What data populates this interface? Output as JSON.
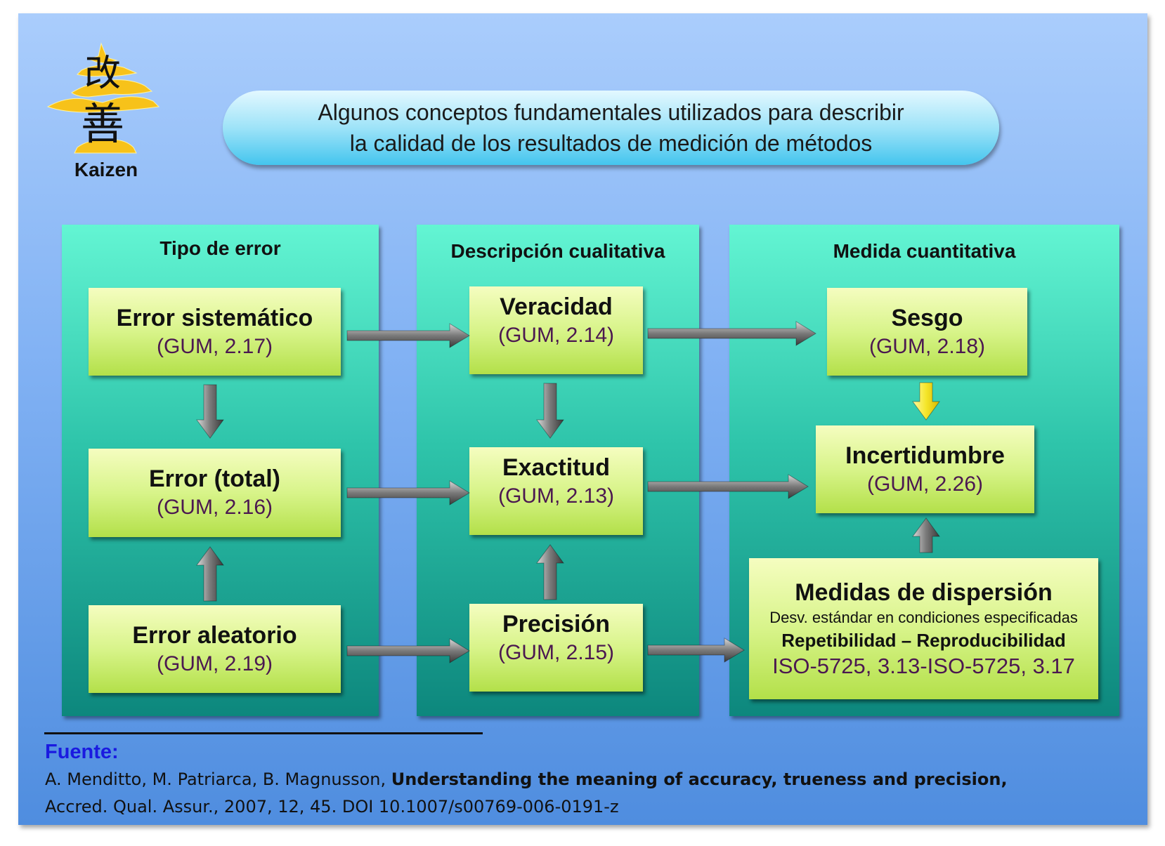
{
  "logo": {
    "kanji": "改善",
    "label": "Kaizen"
  },
  "title": {
    "line1": "Algunos conceptos fundamentales utilizados para describir",
    "line2": "la calidad de los resultados de medición de métodos"
  },
  "columns": [
    {
      "heading": "Tipo de error",
      "boxes": [
        {
          "title": "Error sistemático",
          "ref": "(GUM, 2.17)"
        },
        {
          "title": "Error (total)",
          "ref": "(GUM, 2.16)"
        },
        {
          "title": "Error aleatorio",
          "ref": "(GUM, 2.19)"
        }
      ]
    },
    {
      "heading": "Descripción cualitativa",
      "boxes": [
        {
          "title": "Veracidad",
          "ref": "(GUM, 2.14)"
        },
        {
          "title": "Exactitud",
          "ref": "(GUM, 2.13)"
        },
        {
          "title": "Precisión",
          "ref": "(GUM, 2.15)"
        }
      ]
    },
    {
      "heading": "Medida cuantitativa",
      "boxes": [
        {
          "title": "Sesgo",
          "ref": "(GUM, 2.18)"
        },
        {
          "title": "Incertidumbre",
          "ref": "(GUM, 2.26)"
        },
        {
          "title": "Medidas de dispersión",
          "sub": "Desv. estándar en condiciones especificadas",
          "bold": "Repetibilidad – Reproducibilidad",
          "ref": "ISO-5725, 3.13-ISO-5725, 3.17"
        }
      ]
    }
  ],
  "source": {
    "label": "Fuente:",
    "authors": "A. Menditto, M. Patriarca, B. Magnusson, ",
    "paper_title": "Understanding the meaning of accuracy, trueness and precision,",
    "citation": "Accred. Qual. Assur., 2007, 12, 45. DOI 10.1007/s00769-006-0191-z"
  },
  "colors": {
    "arrow": "#707070",
    "highlight_arrow": "#f5e62a",
    "source_label": "#1a1ae0",
    "ref_text": "#4b1850"
  }
}
